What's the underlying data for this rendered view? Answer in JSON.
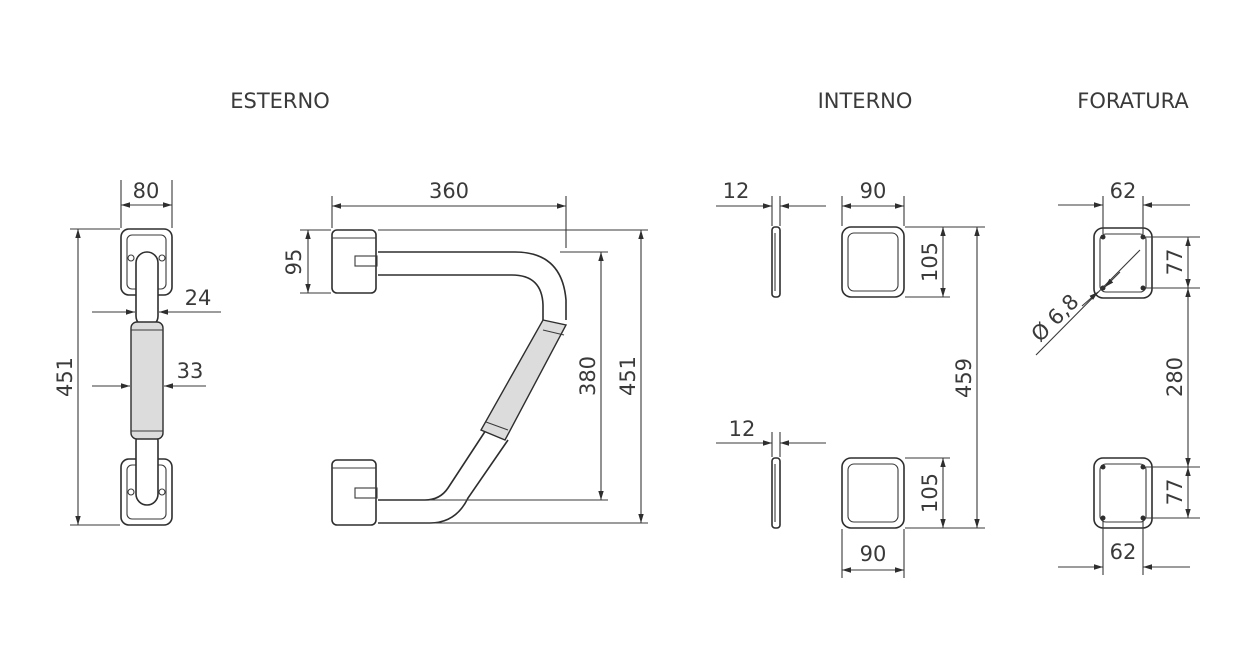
{
  "sections": {
    "esterno": "ESTERNO",
    "interno": "INTERNO",
    "foratura": "FORATURA"
  },
  "esterno_front": {
    "width_top": "80",
    "height_total": "451",
    "tube_inner": "24",
    "grip_diameter": "33"
  },
  "esterno_side": {
    "depth": "360",
    "plate_height": "95",
    "inner_height": "380",
    "outer_height": "451"
  },
  "interno": {
    "thickness_top": "12",
    "thickness_bottom": "12",
    "width_top": "90",
    "width_bottom": "90",
    "height_top": "105",
    "height_bottom": "105",
    "span": "459"
  },
  "foratura": {
    "width_top": "62",
    "width_bottom": "62",
    "height_top": "77",
    "height_bottom": "77",
    "spacing": "280",
    "hole_diameter": "Ø 6,8"
  }
}
